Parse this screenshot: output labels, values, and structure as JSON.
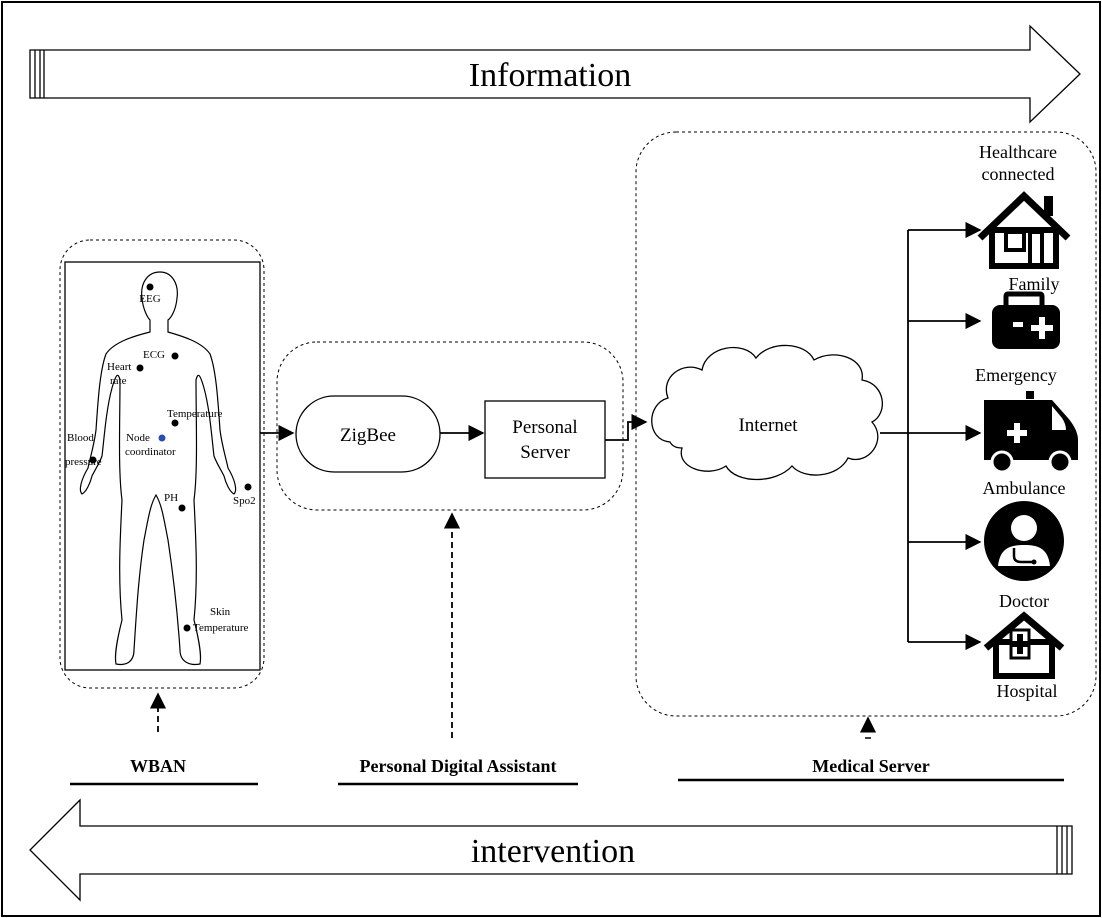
{
  "banners": {
    "top": "Information",
    "bottom": "intervention"
  },
  "wban": {
    "sensors": {
      "eeg": "EEG",
      "ecg": "ECG",
      "heart1": "Heart",
      "heart2": "rate",
      "temperature": "Temperature",
      "node1": "Node",
      "node2": "coordinator",
      "blood1": "Blood",
      "blood2": "pressure",
      "ph": "PH",
      "spo2": "Spo2",
      "skin1": "Skin",
      "skin2": "Temperature"
    }
  },
  "pda": {
    "zigbee": "ZigBee",
    "server1": "Personal",
    "server2": "Server"
  },
  "medical": {
    "internet": "Internet",
    "endpoints": {
      "healthcare1": "Healthcare",
      "healthcare2": "connected",
      "family": "Family",
      "emergency": "Emergency",
      "ambulance": "Ambulance",
      "doctor": "Doctor",
      "hospital": "Hospital"
    }
  },
  "sections": {
    "wban": "WBAN",
    "pda": "Personal Digital Assistant",
    "medical": "Medical Server"
  }
}
